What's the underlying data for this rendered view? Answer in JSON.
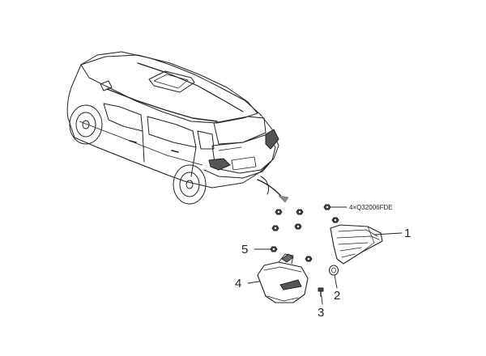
{
  "diagram": {
    "fastener_spec": "4×Q32006FDE",
    "callouts": [
      {
        "id": "1",
        "label": "1"
      },
      {
        "id": "2",
        "label": "2"
      },
      {
        "id": "3",
        "label": "3"
      },
      {
        "id": "4",
        "label": "4"
      },
      {
        "id": "5",
        "label": "5"
      }
    ],
    "colors": {
      "line": "#222222",
      "lamp_shade": "#555555",
      "arrow_fill": "#8a8a8a"
    }
  }
}
